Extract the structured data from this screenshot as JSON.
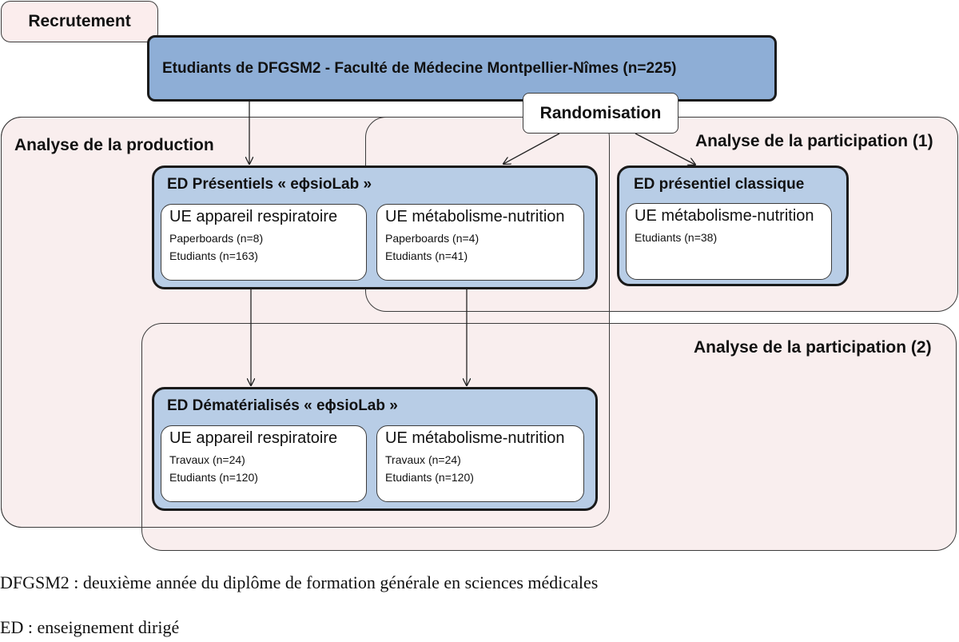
{
  "recrutement": "Recrutement",
  "top_box": "Etudiants de DFGSM2 - Faculté de Médecine Montpellier-Nîmes (n=225)",
  "randomisation": "Randomisation",
  "regions": {
    "production": "Analyse de la production",
    "participation1": "Analyse de la participation (1)",
    "participation2": "Analyse de la participation (2)"
  },
  "groups": {
    "presentiels": {
      "title": "ED Présentiels « eɸsioLab »",
      "cards": [
        {
          "title": "UE appareil respiratoire",
          "lines": [
            "Paperboards (n=8)",
            "Etudiants (n=163)"
          ]
        },
        {
          "title": "UE métabolisme-nutrition",
          "lines": [
            "Paperboards (n=4)",
            "Etudiants (n=41)"
          ]
        }
      ]
    },
    "classique": {
      "title": "ED présentiel classique",
      "cards": [
        {
          "title": "UE métabolisme-nutrition",
          "lines": [
            "Etudiants (n=38)"
          ]
        }
      ]
    },
    "dematerialises": {
      "title": "ED Dématérialisés « eɸsioLab »",
      "cards": [
        {
          "title": "UE appareil respiratoire",
          "lines": [
            "Travaux (n=24)",
            "Etudiants (n=120)"
          ]
        },
        {
          "title": "UE métabolisme-nutrition",
          "lines": [
            "Travaux (n=24)",
            "Etudiants (n=120)"
          ]
        }
      ]
    }
  },
  "captions": [
    "DFGSM2 : deuxième année du diplôme de formation générale en sciences médicales",
    "ED : enseignement dirigé"
  ]
}
